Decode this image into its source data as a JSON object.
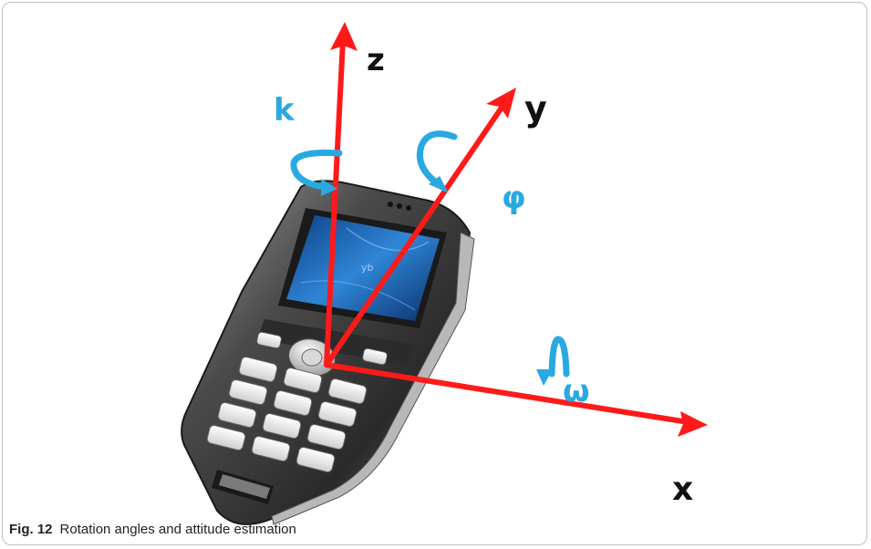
{
  "figure": {
    "axes": {
      "z": "z",
      "y": "y",
      "x": "x"
    },
    "angles": {
      "k": "k",
      "phi": "φ",
      "omega": "ω"
    },
    "colors": {
      "axis": "#ff1a1a",
      "angle": "#29a9e1",
      "phone_body": "#3a3a3a",
      "screen": "#1b5fa8"
    }
  },
  "caption": {
    "number": "Fig. 12",
    "text": "Rotation angles and attitude estimation"
  }
}
